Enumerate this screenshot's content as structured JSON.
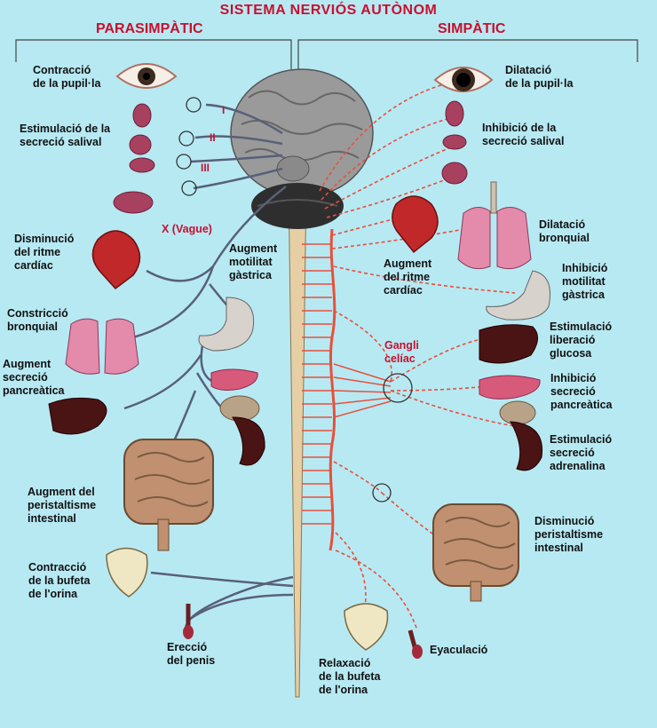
{
  "title": "SISTEMA NERVIÓS AUTÒNOM",
  "sides": {
    "left": "PARASIMPÀTIC",
    "right": "SIMPÀTIC"
  },
  "nerve_labels": {
    "roman_1": "I",
    "roman_2": "II",
    "roman_3": "III",
    "vagus": "X (Vague)",
    "ganglion": [
      "Gangli",
      "celíac"
    ]
  },
  "parasympathetic": {
    "pupil": [
      "Contracció",
      "de la pupil·la"
    ],
    "saliva": [
      "Estimulació de la",
      "secreció salival"
    ],
    "heart": [
      "Disminució",
      "del ritme",
      "cardíac"
    ],
    "bronchi": [
      "Constricció",
      "bronquial"
    ],
    "pancreas": [
      "Augment",
      "secreció",
      "pancreàtica"
    ],
    "stomach": [
      "Augment",
      "motilitat",
      "gàstrica"
    ],
    "intestine": [
      "Augment del",
      "peristaltisme",
      "intestinal"
    ],
    "bladder": [
      "Contracció",
      "de la  bufeta",
      "de l'orina"
    ],
    "penis": [
      "Erecció",
      "del penis"
    ]
  },
  "sympathetic": {
    "pupil": [
      "Dilatació",
      "de la pupil·la"
    ],
    "saliva": [
      "Inhibició de la",
      "secreció salival"
    ],
    "heart": [
      "Augment",
      "del ritme",
      "cardíac"
    ],
    "bronchi": [
      "Dilatació",
      "bronquial"
    ],
    "stomach": [
      "Inhibició",
      "motilitat",
      "gàstrica"
    ],
    "liver": [
      "Estimulació",
      "liberació",
      "glucosa"
    ],
    "pancreas": [
      "Inhibició",
      "secreció",
      "pancreàtica"
    ],
    "adrenal": [
      "Estimulació",
      "secreció",
      "adrenalina"
    ],
    "intestine": [
      "Disminució",
      "peristaltisme",
      "intestinal"
    ],
    "ejaculation": [
      "Eyaculació"
    ],
    "bladder": [
      "Relaxació",
      "de la  bufeta",
      "de l'orina"
    ]
  },
  "colors": {
    "background": "#b7e9f3",
    "heading": "#c8102e",
    "parasympathetic_nerve": "#58607a",
    "sympathetic_nerve": "#e8503a"
  }
}
